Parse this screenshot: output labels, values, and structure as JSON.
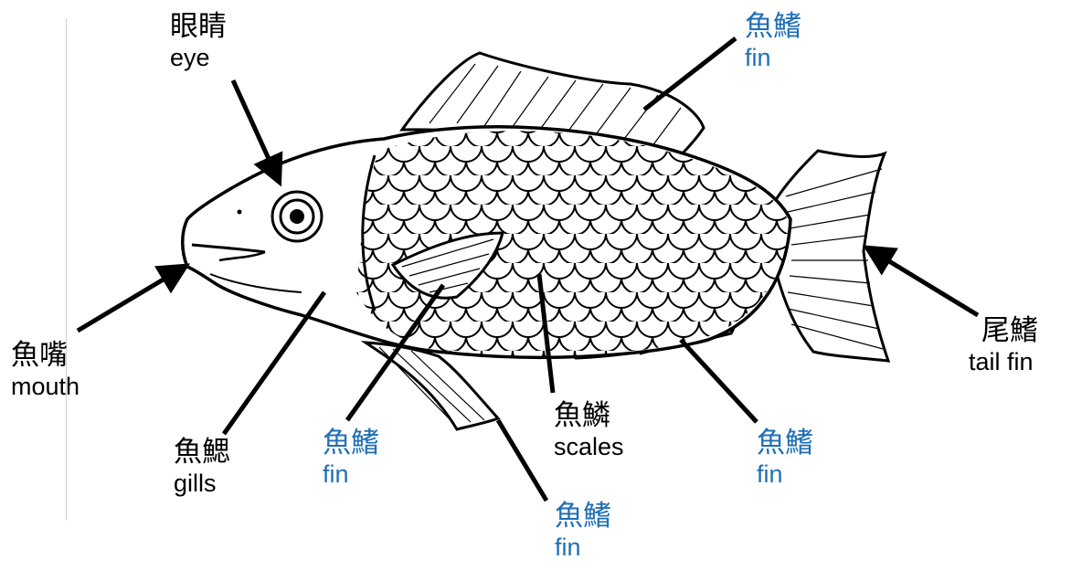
{
  "colors": {
    "label_black": "#000000",
    "label_blue": "#1f6fb5",
    "outline": "#000000"
  },
  "labels": {
    "eye": {
      "zh": "眼睛",
      "en": "eye"
    },
    "dorsal": {
      "zh": "魚鰭",
      "en": "fin"
    },
    "mouth": {
      "zh": "魚嘴",
      "en": "mouth"
    },
    "gills": {
      "zh": "魚鰓",
      "en": "gills"
    },
    "pectoral": {
      "zh": "魚鰭",
      "en": "fin"
    },
    "scales": {
      "zh": "魚鱗",
      "en": "scales"
    },
    "pelvic": {
      "zh": "魚鰭",
      "en": "fin"
    },
    "anal": {
      "zh": "魚鰭",
      "en": "fin"
    },
    "tail": {
      "zh": "尾鰭",
      "en": "tail fin"
    }
  }
}
